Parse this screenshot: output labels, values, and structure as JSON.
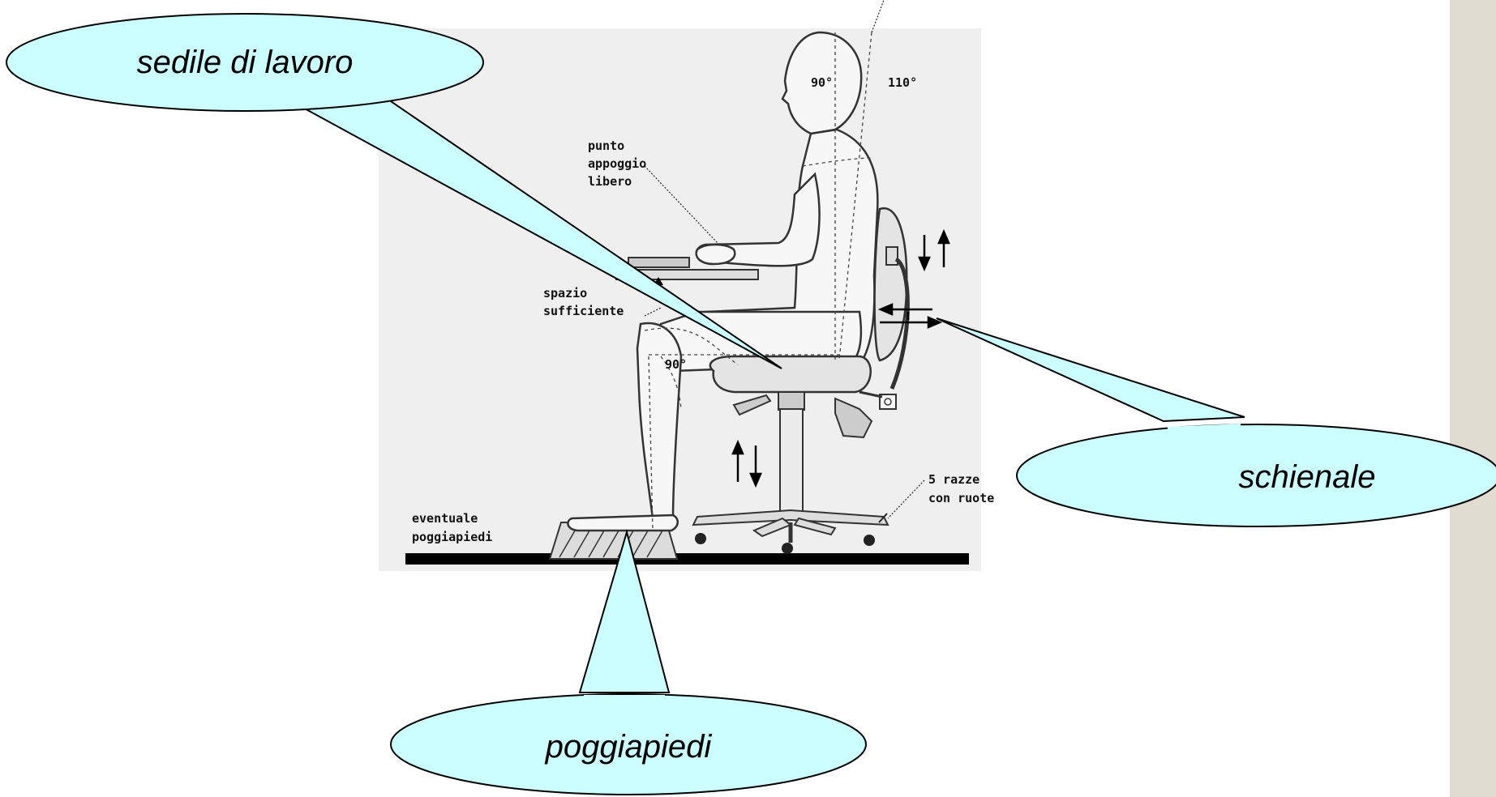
{
  "callouts": {
    "seat": "sedile di lavoro",
    "backrest": "schienale",
    "footrest": "poggiapiedi"
  },
  "illustration": {
    "angle_head": "90°",
    "angle_back": "110°",
    "support_line1": "punto",
    "support_line2": "appoggio",
    "support_line3": "libero",
    "space_line1": "spazio",
    "space_line2": "sufficiente",
    "angle_knee": "90°",
    "wheels_line1": "5 razze",
    "wheels_line2": "con ruote",
    "footrest_line1": "eventuale",
    "footrest_line2": "poggiapiedi"
  },
  "colors": {
    "callout_fill": "#ccffff",
    "illustration_bg": "#efefef",
    "side_strip": "#e1dcd2"
  }
}
